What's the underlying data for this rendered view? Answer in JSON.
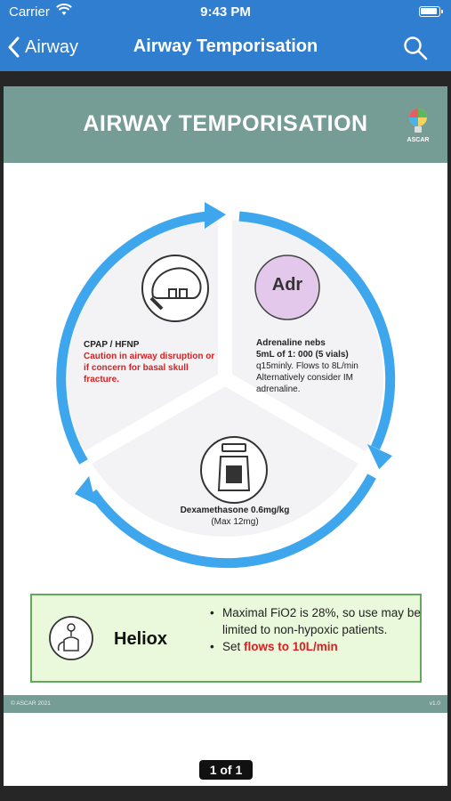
{
  "status_bar": {
    "carrier": "Carrier",
    "time": "9:43 PM"
  },
  "nav": {
    "back_label": "Airway",
    "title": "Airway Temporisation"
  },
  "card": {
    "title": "AIRWAY TEMPORISATION",
    "logo_text": "ASCAR",
    "cpap": {
      "title": "CPAP / HFNP",
      "warning": "Caution in airway disruption or if concern for basal skull fracture."
    },
    "adrenaline": {
      "badge": "Adr",
      "title_line1": "Adrenaline nebs",
      "title_line2": "5mL of 1: 000 (5 vials)",
      "line1": "q15minly. Flows to 8L/min",
      "line2": "Alternatively consider IM",
      "line3": "adrenaline."
    },
    "dexamethasone": {
      "title": "Dexamethasone 0.6mg/kg",
      "note": "(Max 12mg)"
    },
    "heliox": {
      "title": "Heliox",
      "bullet1": "Maximal FiO2 is 28%, so use may be limited to non-hypoxic patients.",
      "bullet2_prefix": "Set ",
      "bullet2_highlight": "flows to 10L/min"
    },
    "footer_left": "© ASCAR 2021",
    "footer_right": "v1.0"
  },
  "pager": "1 of 1",
  "colors": {
    "nav_blue": "#2f7ecf",
    "banner_teal": "#769c96",
    "arrow_blue": "#3ea6ec",
    "warning_red": "#d92020",
    "heliox_green": "#eaf8dc"
  }
}
